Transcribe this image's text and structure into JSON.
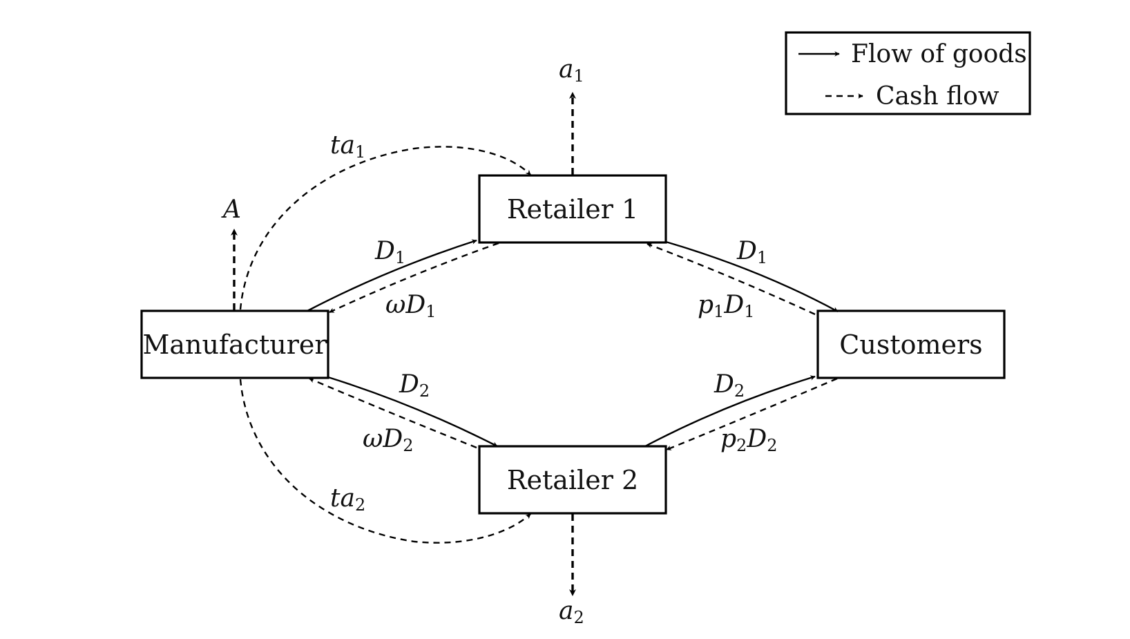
{
  "nodes": {
    "manufacturer": "Manufacturer",
    "retailer1": "Retailer 1",
    "retailer2": "Retailer 2",
    "customers": "Customers"
  },
  "legend": {
    "goods_label": "Flow of goods",
    "cash_label": "Cash flow"
  },
  "labels": {
    "A": {
      "main": "A",
      "sub": ""
    },
    "a1": {
      "main": "a",
      "sub": "1"
    },
    "a2": {
      "main": "a",
      "sub": "2"
    },
    "ta1": {
      "main": "ta",
      "sub": "1"
    },
    "ta2": {
      "main": "ta",
      "sub": "2"
    },
    "D1_left": {
      "main": "D",
      "sub": "1"
    },
    "D1_right": {
      "main": "D",
      "sub": "1"
    },
    "D2_left": {
      "main": "D",
      "sub": "2"
    },
    "D2_right": {
      "main": "D",
      "sub": "2"
    },
    "wD1": {
      "main": "ωD",
      "sub": "1"
    },
    "wD2": {
      "main": "ωD",
      "sub": "2"
    },
    "p1D1": {
      "pre": "p",
      "pre_sub": "1",
      "main": "D",
      "sub": "1"
    },
    "p2D2": {
      "pre": "p",
      "pre_sub": "2",
      "main": "D",
      "sub": "2"
    }
  }
}
